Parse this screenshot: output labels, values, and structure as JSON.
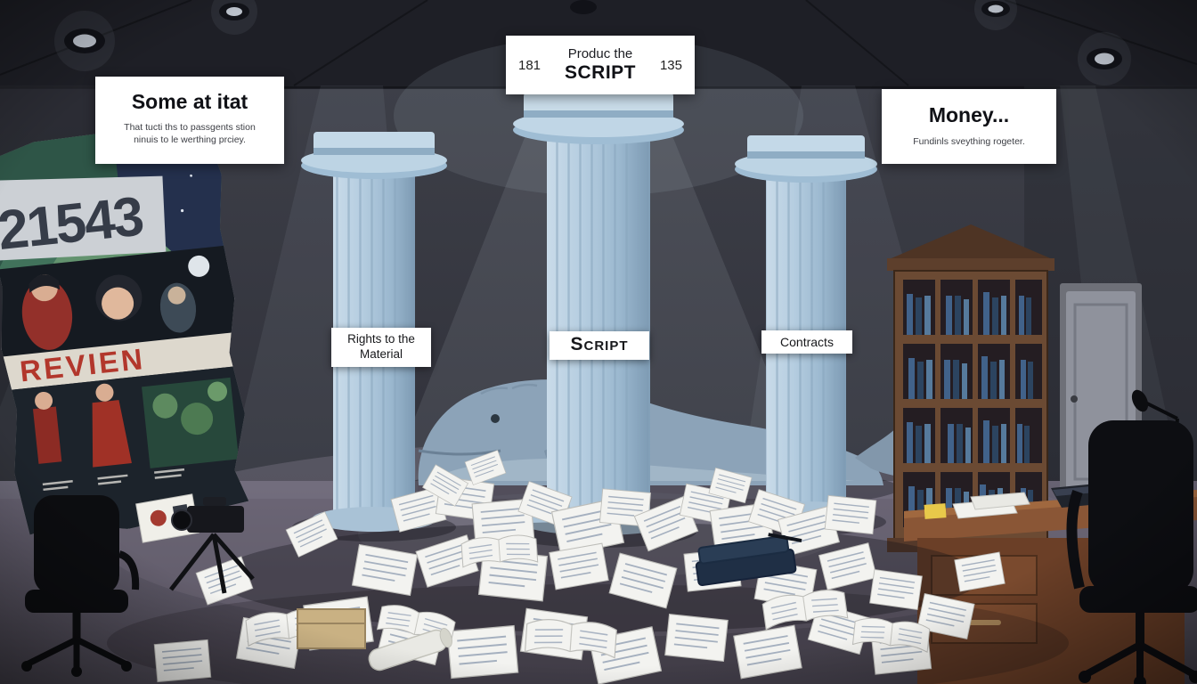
{
  "colors": {
    "pillar_blue": "#b5cde0",
    "card_bg": "#ffffff",
    "poster_red": "#b2372c",
    "book_blue": "#41628a",
    "wood_brown": "#6b4a33"
  },
  "cards": {
    "produce": {
      "num_left": "181",
      "line1": "Produc the",
      "line2": "SCRIPT",
      "num_right": "135"
    },
    "some": {
      "title": "Some at itat",
      "body_line1": "That tucti ths to passgents stion",
      "body_line2": "ninuis to le werthing prciey."
    },
    "money": {
      "title": "Money...",
      "body": "Fundinls sveything rogeter."
    }
  },
  "pillar_labels": {
    "rights": "Rights to the Material",
    "script": "Script",
    "contracts": "Contracts"
  },
  "poster": {
    "numbers": "21543",
    "title": "REVIEN"
  }
}
